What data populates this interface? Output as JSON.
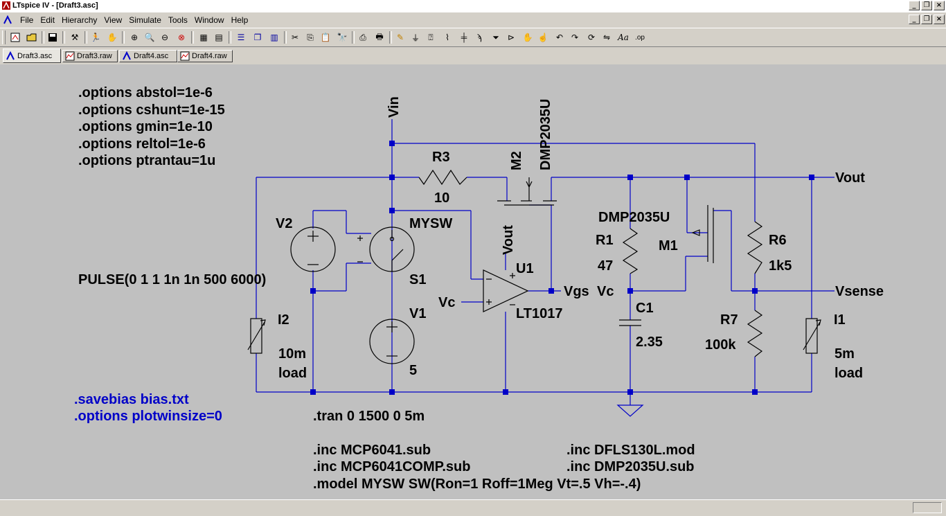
{
  "window": {
    "title": "LTspice IV - [Draft3.asc]"
  },
  "menu": [
    "File",
    "Edit",
    "Hierarchy",
    "View",
    "Simulate",
    "Tools",
    "Window",
    "Help"
  ],
  "tabs": [
    {
      "label": "Draft3.asc",
      "icon": "schematic-icon"
    },
    {
      "label": "Draft3.raw",
      "icon": "waveform-icon"
    },
    {
      "label": "Draft4.asc",
      "icon": "schematic-icon"
    },
    {
      "label": "Draft4.raw",
      "icon": "waveform-icon"
    }
  ],
  "toolbar_icons": [
    "new-schematic-icon",
    "open-icon",
    "save-icon",
    "control-panel-icon",
    "run-icon",
    "halt-icon",
    "zoom-in-icon",
    "pan-icon",
    "zoom-out-icon",
    "zoom-fit-icon",
    "autorange-icon",
    "delete-plot-icon",
    "tile-horizontal-icon",
    "cascade-icon",
    "tile-vertical-icon",
    "cut-icon",
    "copy-icon",
    "paste-icon",
    "find-icon",
    "print-setup-icon",
    "print-icon",
    "draw-wire-icon",
    "ground-icon",
    "label-net-icon",
    "resistor-icon",
    "capacitor-icon",
    "inductor-icon",
    "diode-icon",
    "component-icon",
    "move-icon",
    "drag-icon",
    "undo-icon",
    "redo-icon",
    "rotate-icon",
    "mirror-icon",
    "text-icon",
    "spice-directive-icon"
  ],
  "schematic": {
    "directives_top": [
      ".options abstol=1e-6",
      ".options cshunt=1e-15",
      ".options gmin=1e-10",
      ".options reltol=1e-6",
      ".options ptrantau=1u"
    ],
    "directives_blue": [
      ".savebias bias.txt",
      ".options plotwinsize=0"
    ],
    "tran": ".tran 0 1500 0 5m",
    "inc_left": [
      ".inc MCP6041.sub",
      ".inc MCP6041COMP.sub"
    ],
    "inc_right": [
      ".inc DFLS130L.mod",
      ".inc DMP2035U.sub"
    ],
    "model": ".model MYSW SW(Ron=1 Roff=1Meg Vt=.5 Vh=-.4)",
    "pulse": "PULSE(0 1 1 1n 1n 500 6000)",
    "labels": {
      "vin": "Vin",
      "vout_net": "Vout",
      "vsense": "Vsense",
      "vout_opamp": "Vout",
      "vgs": "Vgs",
      "vc_opamp": "Vc",
      "vc_net": "Vc",
      "r3": "R3",
      "r3_val": "10",
      "m2": "M2",
      "m2_val": "DMP2035U",
      "m1": "M1",
      "m1_val": "DMP2035U",
      "r1": "R1",
      "r1_val": "47",
      "c1": "C1",
      "c1_val": "2.35",
      "r6": "R6",
      "r6_val": "1k5",
      "r7": "R7",
      "r7_val": "100k",
      "v2": "V2",
      "mysw": "MYSW",
      "s1": "S1",
      "v1": "V1",
      "v1_val": "5",
      "u1": "U1",
      "u1_val": "LT1017",
      "i2": "I2",
      "i2_val": "10m",
      "i2_load": "load",
      "i1": "I1",
      "i1_val": "5m",
      "i1_load": "load"
    }
  },
  "colors": {
    "wire": "#0000c8",
    "component": "#000000",
    "directive": "#000000",
    "directive_blue": "#0000c8",
    "canvas": "#c0c0c0"
  }
}
